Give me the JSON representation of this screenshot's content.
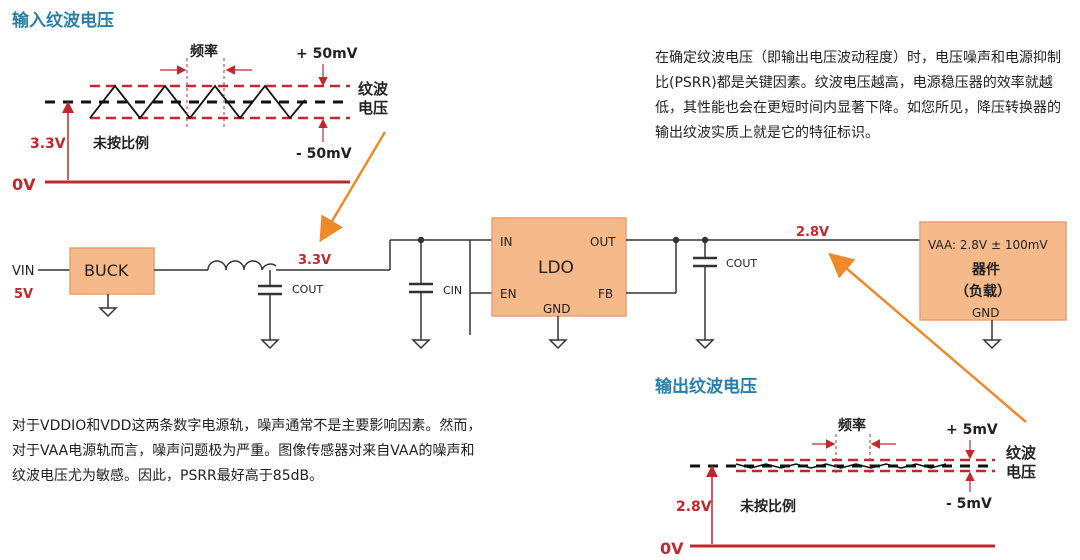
{
  "input_section": {
    "title": "输入纹波电压",
    "freq_label": "频率",
    "plus_label": "+ 50mV",
    "minus_label": "- 50mV",
    "ripple_label_1": "纹波",
    "ripple_label_2": "电压",
    "dc_label": "3.3V",
    "scale_note": "未按比例",
    "zero_label": "0V"
  },
  "output_section": {
    "title": "输出纹波电压",
    "freq_label": "频率",
    "plus_label": "+ 5mV",
    "minus_label": "- 5mV",
    "ripple_label_1": "纹波",
    "ripple_label_2": "电压",
    "dc_label": "2.8V",
    "scale_note": "未按比例",
    "zero_label": "0V"
  },
  "circuit": {
    "vin_label": "VIN",
    "vin_value": "5V",
    "buck_label": "BUCK",
    "cout1_label": "COUT",
    "node1_voltage": "3.3V",
    "cin_label": "CIN",
    "ldo_label": "LDO",
    "ldo_in": "IN",
    "ldo_out": "OUT",
    "ldo_en": "EN",
    "ldo_fb": "FB",
    "ldo_gnd": "GND",
    "cout2_label": "COUT",
    "node2_voltage": "2.8V",
    "load_spec": "VAA: 2.8V ± 100mV",
    "load_name": "器件",
    "load_sub": "（负载）",
    "load_gnd": "GND"
  },
  "paragraphs": {
    "top_right": "在确定纹波电压（即输出电压波动程度）时，电压噪声和电源抑制比(PSRR)都是关键因素。纹波电压越高，电源稳压器的效率就越低，其性能也会在更短时间内显著下降。如您所见，降压转换器的输出纹波实质上就是它的特征标识。",
    "bottom_left": "对于VDDIO和VDD这两条数字电源轨，噪声通常不是主要影响因素。然而，对于VAA电源轨而言，噪声问题极为严重。图像传感器对来自VAA的噪声和纹波电压尤为敏感。因此，PSRR最好高于85dB。"
  },
  "colors": {
    "title": "#2a7fa8",
    "red": "#c0282d",
    "box_fill": "#f5b98a",
    "arrow": "#ee8a2a"
  }
}
